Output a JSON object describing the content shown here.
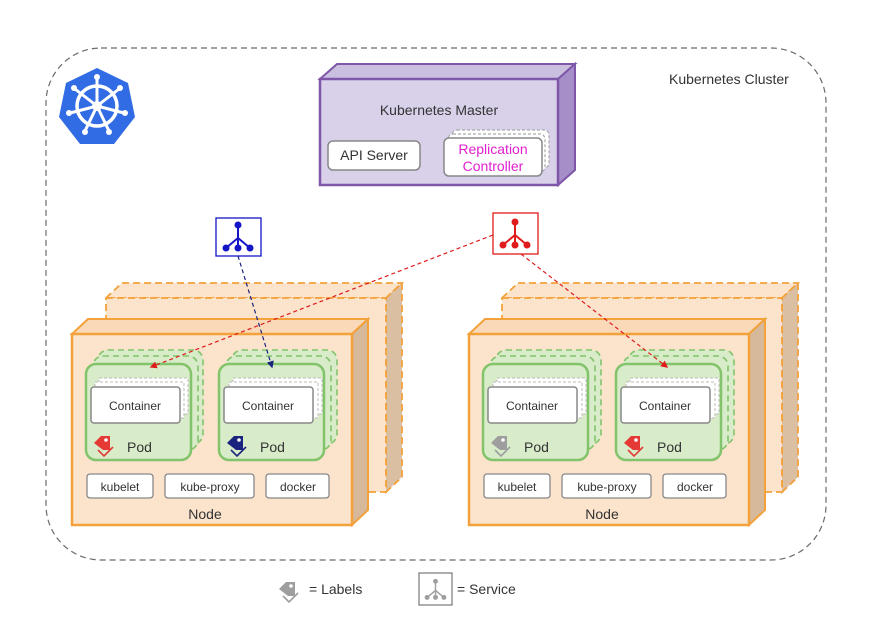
{
  "cluster": {
    "label": "Kubernetes Cluster"
  },
  "master": {
    "title": "Kubernetes Master",
    "api_server": "API Server",
    "replication_line1": "Replication",
    "replication_line2": "Controller"
  },
  "nodes": [
    {
      "label": "Node",
      "pods": [
        {
          "container": "Container",
          "label": "Pod",
          "tag_color": "#e53935"
        },
        {
          "container": "Container",
          "label": "Pod",
          "tag_color": "#1a237e"
        }
      ],
      "agents": {
        "kubelet": "kubelet",
        "kube_proxy": "kube-proxy",
        "docker": "docker"
      }
    },
    {
      "label": "Node",
      "pods": [
        {
          "container": "Container",
          "label": "Pod",
          "tag_color": "#9e9e9e"
        },
        {
          "container": "Container",
          "label": "Pod",
          "tag_color": "#e53935"
        }
      ],
      "agents": {
        "kubelet": "kubelet",
        "kube_proxy": "kube-proxy",
        "docker": "docker"
      }
    }
  ],
  "services": [
    {
      "color": "#1515c8",
      "icon": "service-icon"
    },
    {
      "color": "#e01b1b",
      "icon": "service-icon"
    }
  ],
  "legend": {
    "labels_text": "= Labels",
    "service_text": "= Service"
  },
  "colors": {
    "master_fill": "#d9d0ea",
    "master_border": "#7e57a8",
    "node_fill": "#fbe3cc",
    "node_border": "#f3a13a",
    "pod_fill": "#d8ecc9",
    "pod_border": "#82c36b",
    "replication_text": "#e020d0",
    "kubernetes_blue": "#326ce5"
  }
}
